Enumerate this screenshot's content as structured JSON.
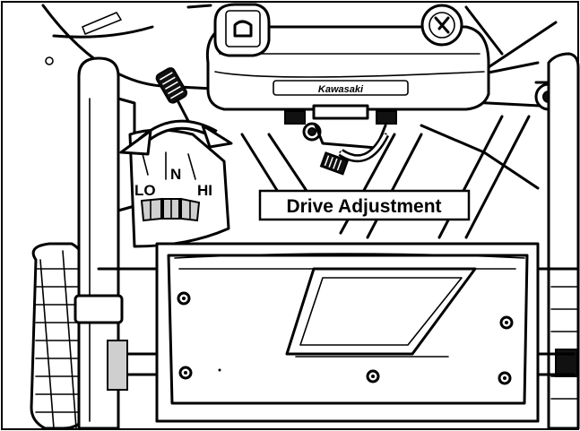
{
  "callout": {
    "label": "Drive Adjustment"
  },
  "speed_labels": {
    "low": "LO",
    "neutral": "N",
    "high": "HI"
  },
  "engine_brand": "Kawasaki",
  "colors": {
    "ink": "#000000",
    "paper": "#ffffff",
    "shade": "#cfcfcf"
  },
  "icons": [
    "double-headed-curved-arrow-icon",
    "lever-knob-icon",
    "fuel-cap-icon",
    "choke-dial-icon"
  ]
}
